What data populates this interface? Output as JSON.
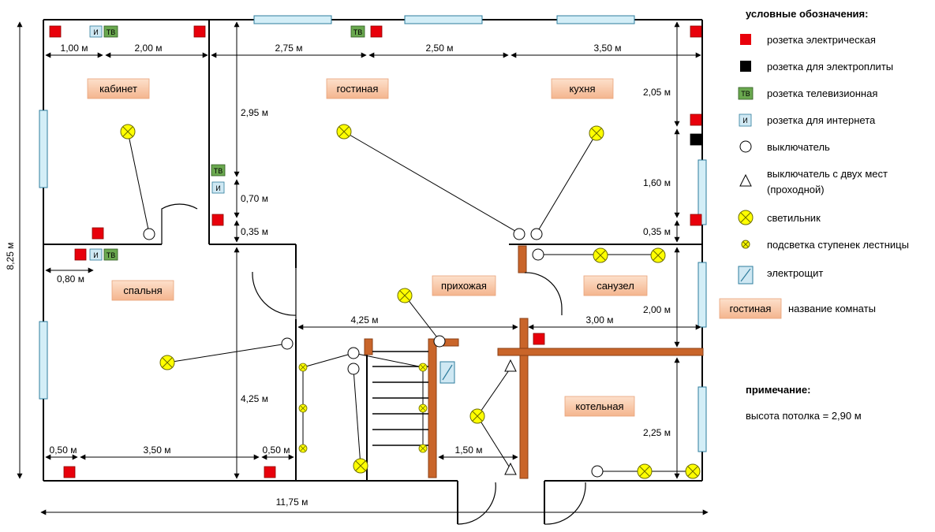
{
  "rooms": {
    "study": "кабинет",
    "living": "гостиная",
    "kitchen": "кухня",
    "bedroom": "спальня",
    "hall": "прихожая",
    "bathroom": "санузел",
    "boiler": "котельная"
  },
  "dimensions": {
    "top_study_left": "1,00 м",
    "top_study_right": "2,00 м",
    "top_living_left": "2,75 м",
    "top_living_right": "2,50 м",
    "top_kitchen": "3,50 м",
    "living_height": "2,95 м",
    "living_tv": "0,70 м",
    "living_socket": "0,35 м",
    "kitchen_top": "2,05 м",
    "kitchen_mid": "1,60 м",
    "kitchen_bottom": "0,35 м",
    "bedroom_socket": "0,80 м",
    "bedroom_height": "4,25 м",
    "bedroom_left": "0,50 м",
    "bedroom_mid": "3,50 м",
    "bedroom_right": "0,50 м",
    "hall_width": "4,25 м",
    "bath_width": "3,00 м",
    "bath_height": "2,00 м",
    "boiler_height": "2,25 м",
    "stair_gap": "1,50 м",
    "total_width": "11,75 м",
    "total_height": "8,25 м"
  },
  "symbols": {
    "tv": "ТВ",
    "internet": "И"
  },
  "legend": {
    "title": "условные  обозначения:",
    "items": [
      {
        "icon": "red-square",
        "label": "розетка электрическая"
      },
      {
        "icon": "black-square",
        "label": "розетка для электроплиты"
      },
      {
        "icon": "tv-box",
        "label": "розетка телевизионная"
      },
      {
        "icon": "internet-box",
        "label": "розетка для интернета"
      },
      {
        "icon": "circle",
        "label": "выключатель"
      },
      {
        "icon": "triangle",
        "label": "выключатель с двух мест"
      },
      {
        "icon": "none",
        "label": "(проходной)"
      },
      {
        "icon": "lamp",
        "label": "светильник"
      },
      {
        "icon": "small-lamp",
        "label": "подсветка ступенек лестницы"
      },
      {
        "icon": "panel",
        "label": "электрощит"
      },
      {
        "icon": "room-tag",
        "label": "название  комнаты",
        "tag": "гостиная"
      }
    ]
  },
  "note": {
    "title": "примечание:",
    "text": "высота потолка = 2,90 м"
  },
  "colors": {
    "socket": "#e8000b",
    "stove_socket": "#000000",
    "tv": "#6aa84f",
    "internet": "#cfe8f3",
    "lamp": "#ffff00",
    "brick": "#c9652a",
    "room_tag": "#f8c9a8",
    "window": "#d3eef7"
  }
}
